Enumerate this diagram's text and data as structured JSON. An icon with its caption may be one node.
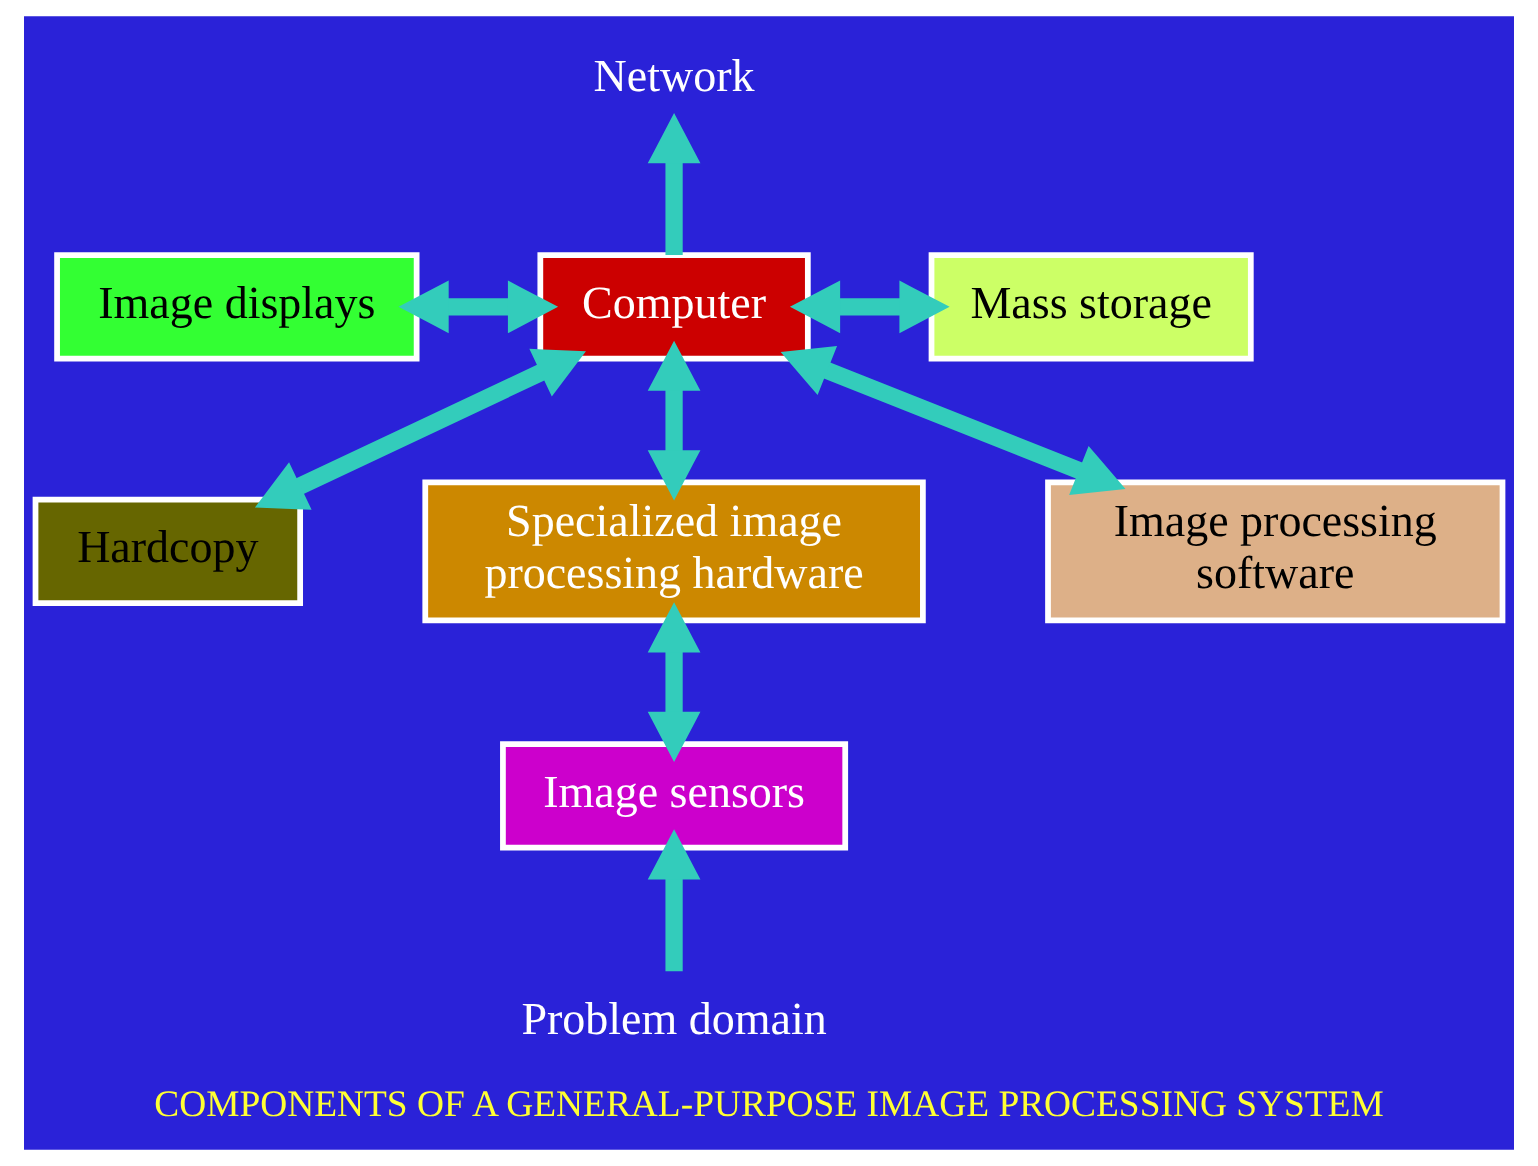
{
  "diagram": {
    "caption": "COMPONENTS OF A GENERAL-PURPOSE IMAGE PROCESSING SYSTEM",
    "nodes": [
      {
        "text": [
          "Network"
        ]
      },
      {
        "text": [
          "Image displays"
        ]
      },
      {
        "text": [
          "Computer"
        ]
      },
      {
        "text": [
          "Mass storage"
        ]
      },
      {
        "text": [
          "Hardcopy"
        ]
      },
      {
        "text": [
          "Specialized image processing hardware"
        ]
      },
      {
        "text": [
          "Image processing software"
        ]
      },
      {
        "text": [
          "Image sensors"
        ]
      },
      {
        "text": [
          "Problem domain"
        ]
      }
    ],
    "edges": [
      {
        "from": 2,
        "to": 0,
        "arrow": "to"
      },
      {
        "from": 1,
        "to": 2,
        "arrow": "both"
      },
      {
        "from": 2,
        "to": 3,
        "arrow": "both"
      },
      {
        "from": 2,
        "to": 4,
        "arrow": "both"
      },
      {
        "from": 2,
        "to": 5,
        "arrow": "both"
      },
      {
        "from": 2,
        "to": 6,
        "arrow": "both"
      },
      {
        "from": 5,
        "to": 7,
        "arrow": "both"
      },
      {
        "from": 8,
        "to": 7,
        "arrow": "to"
      }
    ]
  }
}
